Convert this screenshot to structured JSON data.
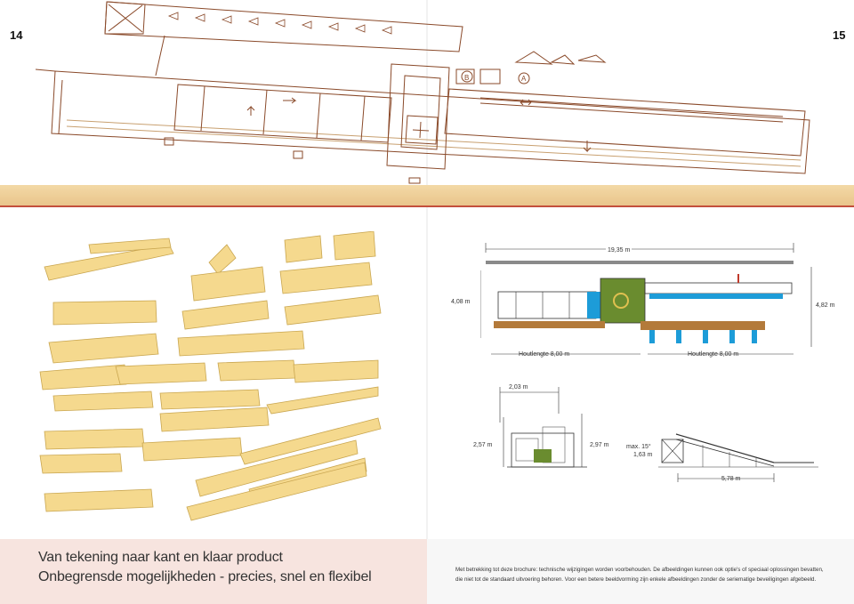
{
  "pages": {
    "left": "14",
    "right": "15"
  },
  "headline": {
    "line1": "Van tekening naar kant en klaar product",
    "line2": "Onbegrensde mogelijkheden - precies, snel en flexibel"
  },
  "disclaimer": {
    "line1": "Met betrekking tot deze brochure: technische wijzigingen worden voorbehouden. De afbeeldingen kunnen ook optie's of speciaal oplossingen bevatten,",
    "line2": "die niet tot de standaard uitvoering behoren. Voor een betere beeldvorming zijn enkele afbeeldingen zonder de seriematige beveiligingen afgebeeld."
  },
  "plan_labels": {
    "b": "B",
    "a": "A"
  },
  "dimensions": {
    "total_length": "19,35 m",
    "height_left": "4,08 m",
    "height_right": "4,82 m",
    "timber_left": "Houtlengte 8,00 m",
    "timber_right": "Houtlengte 8,00 m",
    "width_top": "2,03 m",
    "side_height_left": "2,57 m",
    "side_height_right": "2,97 m",
    "angle": "max. 15°",
    "conveyor_height": "1,63 m",
    "conveyor_length": "5,78 m"
  }
}
